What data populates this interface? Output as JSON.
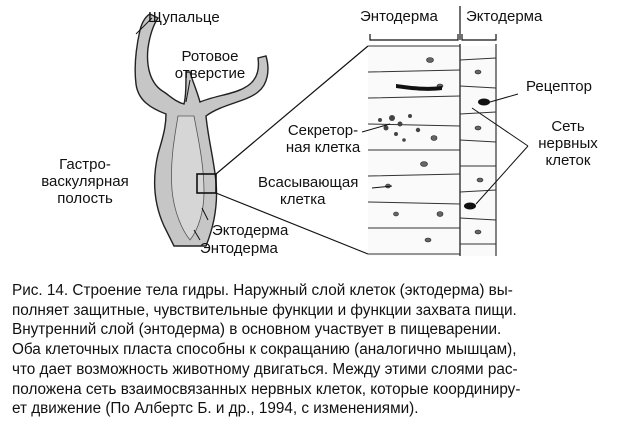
{
  "labels": {
    "tentacle": "Щупальце",
    "mouth": [
      "Ротовое",
      "отверстие"
    ],
    "cavity": [
      "Гастро-",
      "васкулярная",
      "полость"
    ],
    "ectoderm_left": "Эктодерма",
    "endoderm_left": "Энтодерма",
    "endoderm_top": "Энтодерма",
    "ectoderm_top": "Эктодерма",
    "receptor": "Рецептор",
    "nerve_net": [
      "Сеть",
      "нервных",
      "клеток"
    ],
    "secretory": [
      "Секретор-",
      "ная клетка"
    ],
    "absorptive": [
      "Всасывающая",
      "клетка"
    ]
  },
  "caption": [
    "Рис. 14. Строение тела гидры. Наружный слой клеток (эктодерма) вы-",
    "полняет защитные, чувствительные функции и функции захвата пищи.",
    "Внутренний слой (энтодерма) в основном участвует в пищеварении.",
    "Оба клеточных пласта способны к сокращанию (аналогично мышцам),",
    "что дает возможность животному двигаться. Между этими слоями  рас-",
    "положена сеть взаимосвязанных нервных клеток, которые координиру-",
    "ет движение (По Албертс Б. и др., 1994, с изменениями)."
  ]
}
